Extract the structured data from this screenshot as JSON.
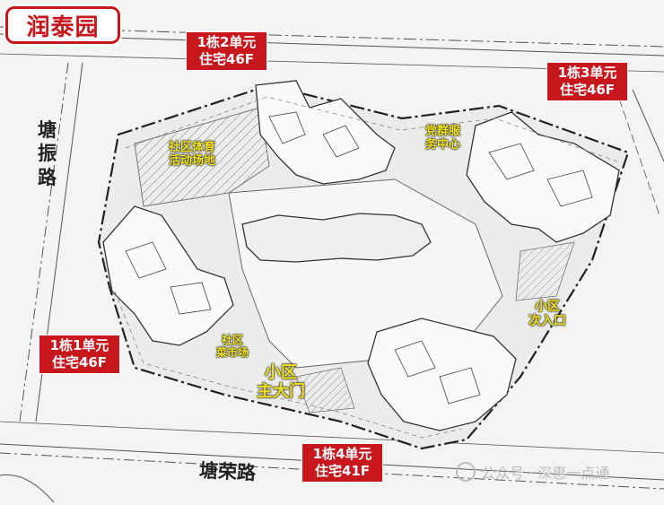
{
  "brand": {
    "name": "润泰园"
  },
  "buildings": [
    {
      "line1": "1栋2单元",
      "line2": "住宅46F"
    },
    {
      "line1": "1栋3单元",
      "line2": "住宅46F"
    },
    {
      "line1": "1栋1单元",
      "line2": "住宅46F"
    },
    {
      "line1": "1栋4单元",
      "line2": "住宅41F"
    }
  ],
  "facilities": {
    "sports": {
      "line1": "社区体育",
      "line2": "活动场地"
    },
    "party": {
      "line1": "党群服",
      "line2": "务中心"
    },
    "market": {
      "line1": "社区",
      "line2": "菜市场"
    },
    "side_gate": {
      "line1": "小区",
      "line2": "次入口"
    },
    "main_gate": {
      "line1": "小区",
      "line2": "主大门"
    }
  },
  "roads": {
    "west": [
      "塘",
      "振",
      "路"
    ],
    "south": "塘荣路"
  },
  "watermark": "公众号 · 深惠一点通",
  "colors": {
    "label_red": "#c8161d",
    "label_yellow": "#f2e21a",
    "site_line": "#222222"
  }
}
